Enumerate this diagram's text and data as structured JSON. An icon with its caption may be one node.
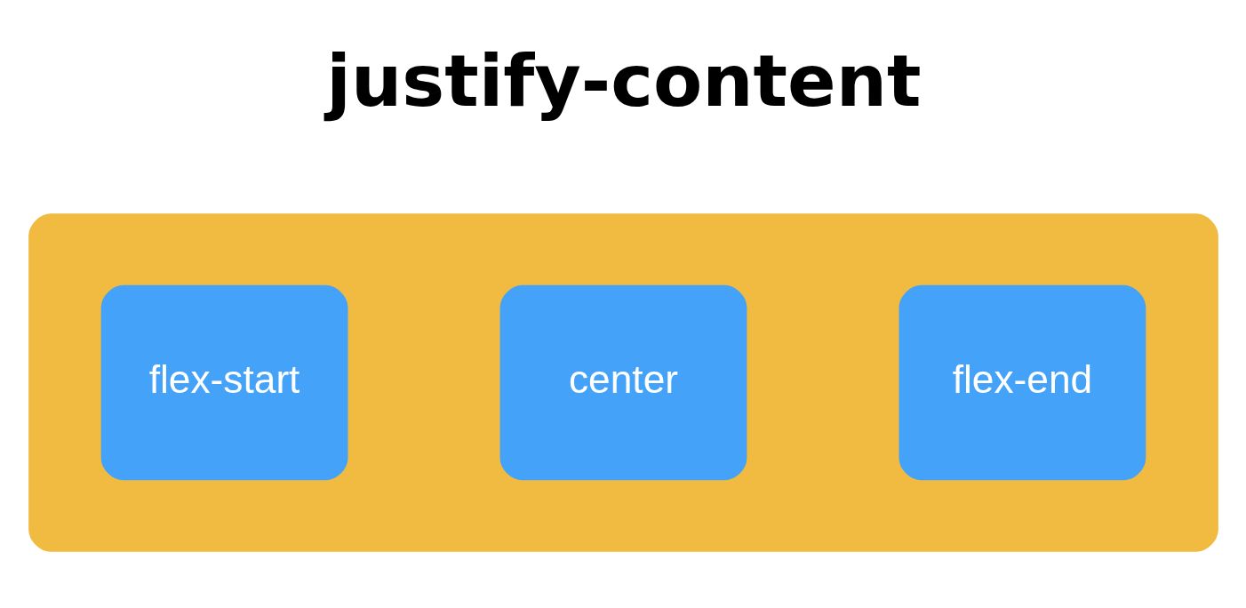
{
  "diagram": {
    "title": "justify-content",
    "nodes": [
      {
        "text": [],
        "shape": "box"
      },
      {
        "text": [
          "flex-start"
        ],
        "in": 0
      },
      {
        "text": [
          "center"
        ],
        "in": 0
      },
      {
        "text": [
          "flex-end"
        ],
        "in": 0
      }
    ]
  }
}
